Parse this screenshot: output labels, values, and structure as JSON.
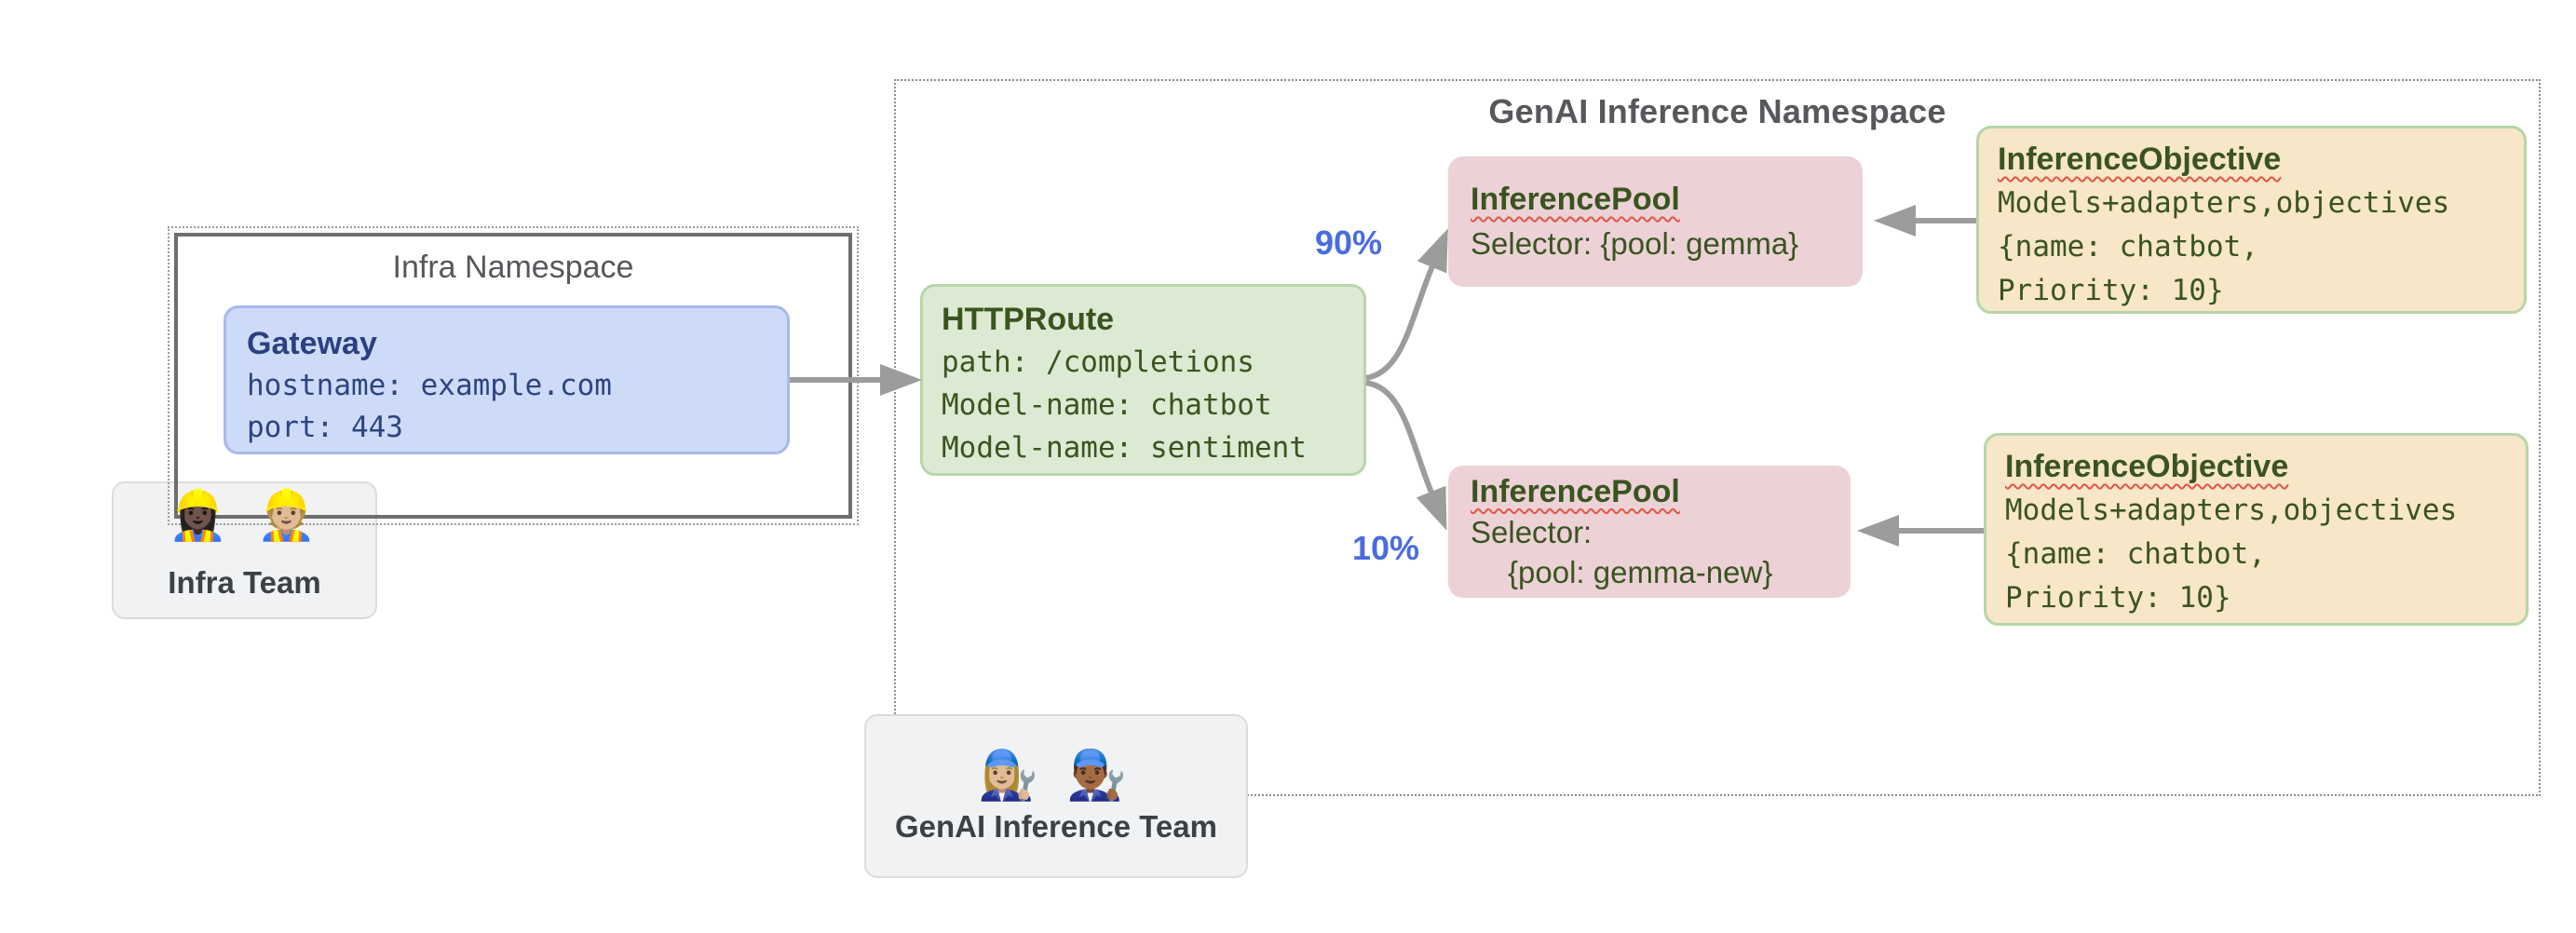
{
  "infra_namespace": {
    "title": "Infra Namespace"
  },
  "genai_namespace": {
    "title": "GenAI Inference Namespace"
  },
  "gateway": {
    "title": "Gateway",
    "lines": [
      "hostname: example.com",
      "port: 443"
    ]
  },
  "httproute": {
    "title": "HTTPRoute",
    "lines": [
      "path: /completions",
      "Model-name: chatbot",
      "Model-name: sentiment"
    ]
  },
  "pools": [
    {
      "title": "InferencePool",
      "selector_line1": "Selector: {pool: gemma}",
      "selector_line2": ""
    },
    {
      "title": "InferencePool",
      "selector_line1": "Selector:",
      "selector_line2": "{pool: gemma-new}"
    }
  ],
  "objectives": [
    {
      "title": "InferenceObjective",
      "lines": [
        "Models+adapters,objectives",
        "{name: chatbot,",
        "Priority: 10}"
      ]
    },
    {
      "title": "InferenceObjective",
      "lines": [
        "Models+adapters,objectives",
        "{name: chatbot,",
        "Priority: 10}"
      ]
    }
  ],
  "weights": {
    "pool1": "90%",
    "pool2": "10%"
  },
  "teams": {
    "infra": {
      "label": "Infra Team",
      "emojis": "👷🏿‍♀️ 👷🏼"
    },
    "genai": {
      "label": "GenAI Inference Team",
      "emojis": "👩🏼‍🔧 👨🏾‍🔧"
    }
  },
  "icons": {
    "infra_team_members": "construction-worker-emojis",
    "genai_team_members": "mechanic-emojis"
  },
  "colors": {
    "gateway_bg": "#cedbf8",
    "gateway_border": "#a7b9eb",
    "gateway_text": "#2b4080",
    "httproute_bg": "#dcead3",
    "green_border": "#b6d6a8",
    "green_text": "#3a5420",
    "pool_bg": "#ecd2d6",
    "objective_bg": "#f7e6c8",
    "arrow_gray": "#9c9c9c",
    "percent_blue": "#4a6ce0",
    "namespace_title_gray": "#56585b",
    "team_bg": "#f1f2f3",
    "spellcheck_red": "#e25544"
  }
}
